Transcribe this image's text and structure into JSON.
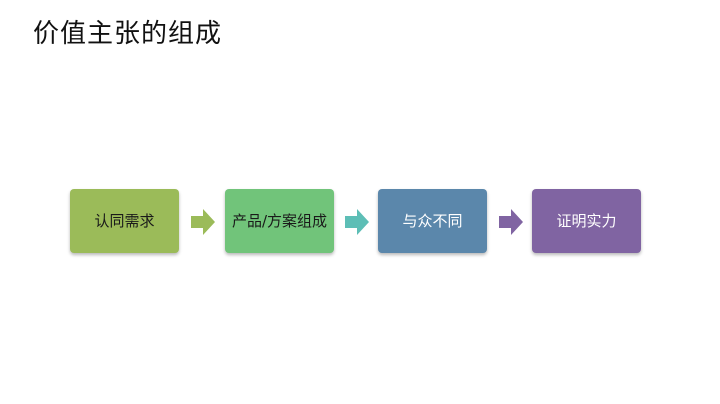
{
  "title": "价值主张的组成",
  "steps": [
    {
      "label": "认同需求",
      "color": "#9BBB59"
    },
    {
      "label": "产品/方案组成",
      "color": "#71C47A"
    },
    {
      "label": "与众不同",
      "color": "#5B87AB"
    },
    {
      "label": "证明实力",
      "color": "#8064A2"
    }
  ],
  "arrows": [
    {
      "color": "#9BBB59"
    },
    {
      "color": "#5DBEB6"
    },
    {
      "color": "#8064A2"
    }
  ]
}
